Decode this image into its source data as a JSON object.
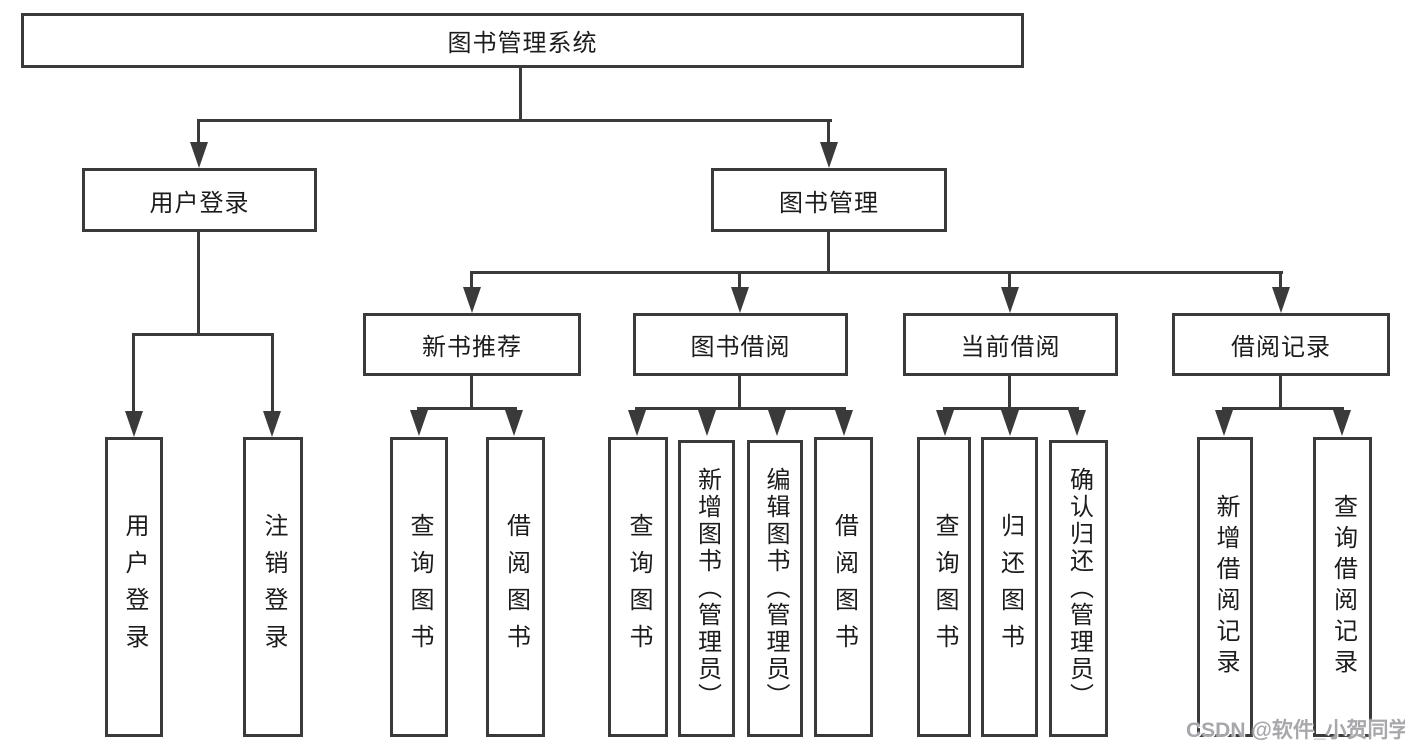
{
  "diagram": {
    "root": {
      "label": "图书管理系统",
      "children": [
        {
          "label": "用户登录",
          "children": [
            {
              "label": "用户登录"
            },
            {
              "label": "注销登录"
            }
          ]
        },
        {
          "label": "图书管理",
          "children": [
            {
              "label": "新书推荐",
              "children": [
                {
                  "label": "查询图书"
                },
                {
                  "label": "借阅图书"
                }
              ]
            },
            {
              "label": "图书借阅",
              "children": [
                {
                  "label": "查询图书"
                },
                {
                  "label": "新增图书（管理员）"
                },
                {
                  "label": "编辑图书（管理员）"
                },
                {
                  "label": "借阅图书"
                }
              ]
            },
            {
              "label": "当前借阅",
              "children": [
                {
                  "label": "查询图书"
                },
                {
                  "label": "归还图书"
                },
                {
                  "label": "确认归还（管理员）"
                }
              ]
            },
            {
              "label": "借阅记录",
              "children": [
                {
                  "label": "新增借阅记录"
                },
                {
                  "label": "查询借阅记录"
                }
              ]
            }
          ]
        }
      ]
    }
  },
  "watermark": {
    "text": "CSDN @软件_小贺同学"
  },
  "colors": {
    "line": "#3a3a3a",
    "text": "#1c1c1c",
    "watermark": "#a8a8ac",
    "background": "#ffffff"
  }
}
